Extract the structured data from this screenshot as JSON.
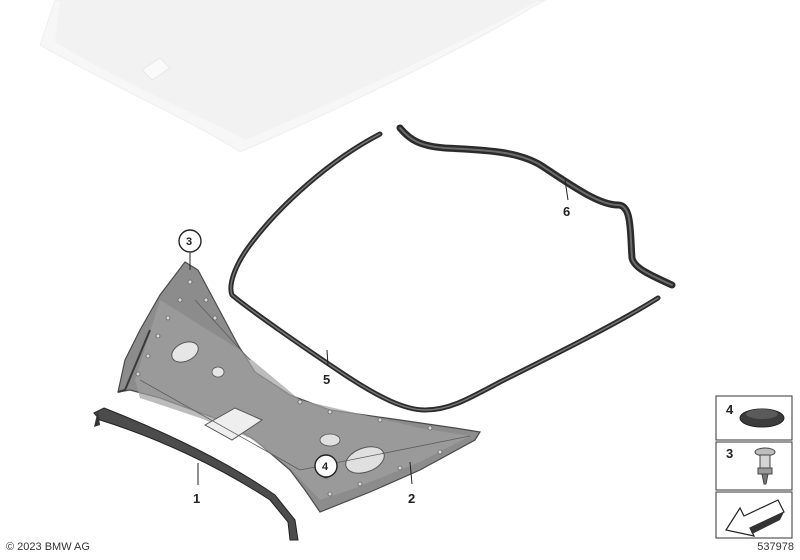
{
  "callouts": {
    "c1": "1",
    "c2": "2",
    "c3": "3",
    "c4": "4",
    "c5": "5",
    "c6": "6"
  },
  "legend": {
    "item4": "4",
    "item3": "3"
  },
  "footer": {
    "copyright": "© 2023 BMW AG",
    "diagram_id": "537978"
  }
}
